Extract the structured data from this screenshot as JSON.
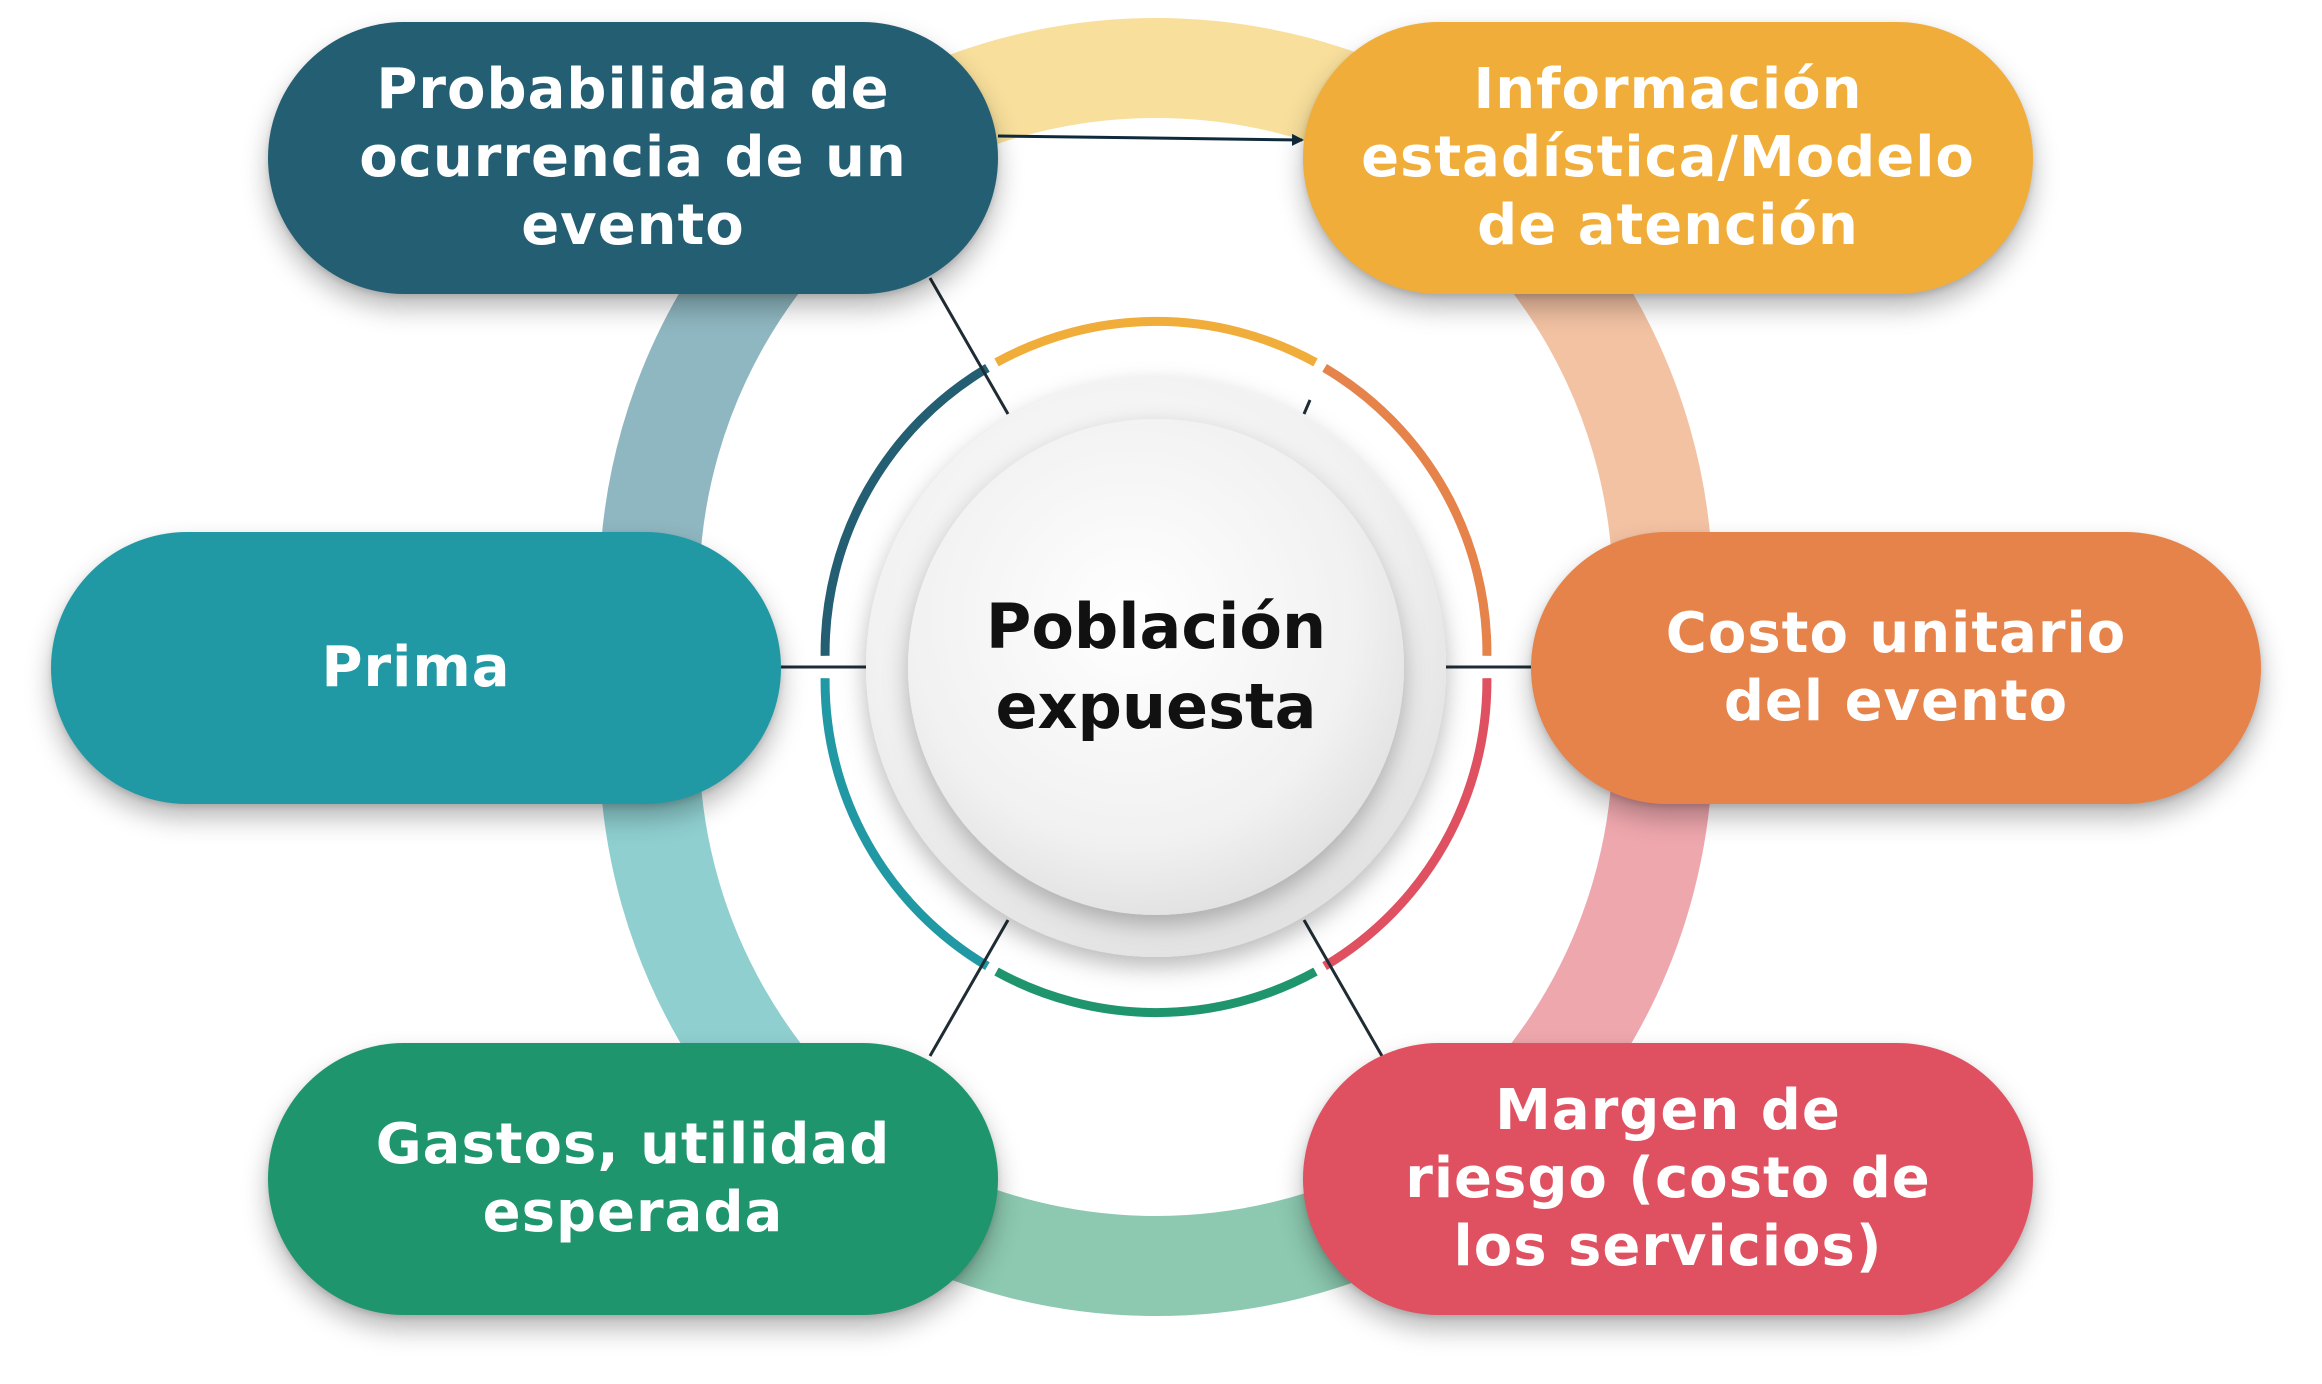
{
  "diagram": {
    "center": {
      "label": "Población\nexpuesta"
    },
    "nodes": [
      {
        "id": "probabilidad",
        "label": "Probabilidad de\nocurrencia de un\nevento",
        "color": "#235e72"
      },
      {
        "id": "informacion",
        "label": "Información\nestadística/Modelo\nde atención",
        "color": "#f0ad3a"
      },
      {
        "id": "costo",
        "label": "Costo unitario\ndel evento",
        "color": "#e6834a"
      },
      {
        "id": "margen",
        "label": "Margen de\nriesgo (costo de\nlos servicios)",
        "color": "#df5060"
      },
      {
        "id": "gastos",
        "label": "Gastos, utilidad\nesperada",
        "color": "#1f956e"
      },
      {
        "id": "prima",
        "label": "Prima",
        "color": "#2199a4"
      }
    ],
    "arrow": {
      "from": "probabilidad",
      "to": "informacion"
    }
  }
}
